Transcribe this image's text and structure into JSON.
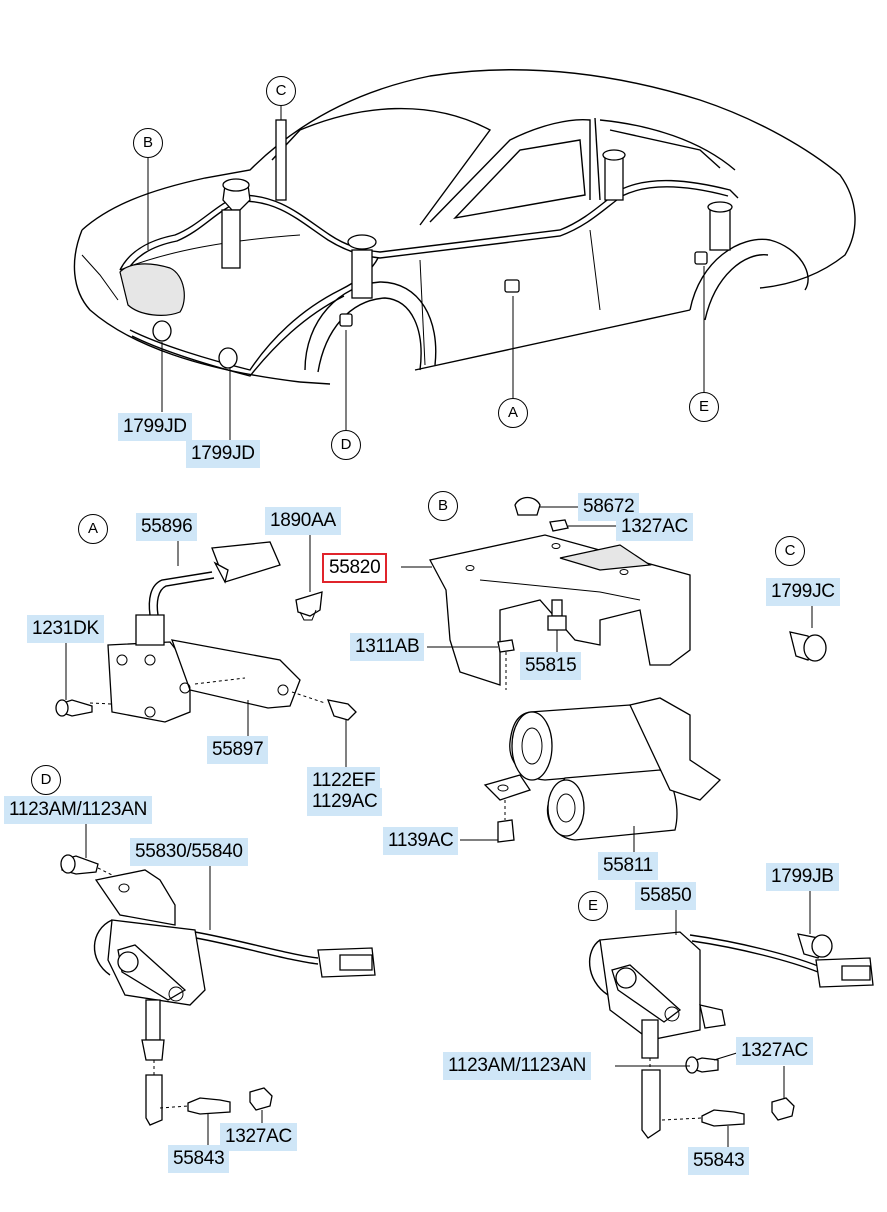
{
  "callouts": {
    "top_A": "A",
    "top_B": "B",
    "top_C": "C",
    "top_D": "D",
    "top_E": "E",
    "sec_A": "A",
    "sec_B": "B",
    "sec_C": "C",
    "sec_D": "D",
    "sec_E": "E"
  },
  "labels": {
    "p1799JD_a": "1799JD",
    "p1799JD_b": "1799JD",
    "p55896": "55896",
    "p1890AA": "1890AA",
    "p1231DK": "1231DK",
    "p55897": "55897",
    "p1122EF": "1122EF",
    "p1129AC": "1129AC",
    "p58672": "58672",
    "p1327AC_top": "1327AC",
    "p55820": "55820",
    "p1311AB": "1311AB",
    "p55815": "55815",
    "p1799JC": "1799JC",
    "p1139AC": "1139AC",
    "p55811": "55811",
    "p1123AM_left": "1123AM/1123AN",
    "p55830": "55830/55840",
    "p1327AC_left": "1327AC",
    "p55843_left": "55843",
    "p1799JB": "1799JB",
    "p55850": "55850",
    "p1123AM_right": "1123AM/1123AN",
    "p1327AC_right": "1327AC",
    "p55843_right": "55843"
  },
  "selected_part": "55820",
  "colors": {
    "label_bg": "#cfe6f7",
    "selected_border": "#e0242b",
    "line": "#000000"
  }
}
